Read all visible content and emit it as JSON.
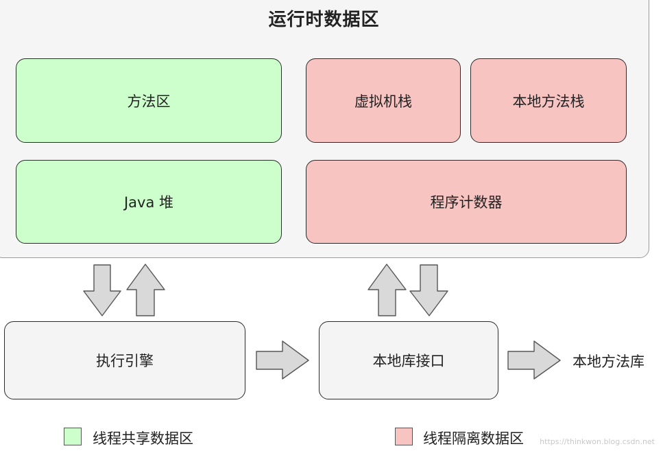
{
  "title": "运行时数据区",
  "shared_areas": {
    "method_area": "方法区",
    "java_heap": "Java 堆"
  },
  "isolated_areas": {
    "vm_stack": "虚拟机栈",
    "native_method_stack": "本地方法栈",
    "program_counter": "程序计数器"
  },
  "bottom": {
    "execution_engine": "执行引擎",
    "native_interface": "本地库接口",
    "native_library": "本地方法库"
  },
  "legend": {
    "shared": "线程共享数据区",
    "isolated": "线程隔离数据区"
  },
  "colors": {
    "shared": "#ccffcc",
    "isolated": "#f8c4c2",
    "neutral": "#f4f4f4",
    "arrow_fill": "#d9d9d9",
    "arrow_stroke": "#555555"
  },
  "watermark": "https://thinkwon.blog.csdn.net"
}
